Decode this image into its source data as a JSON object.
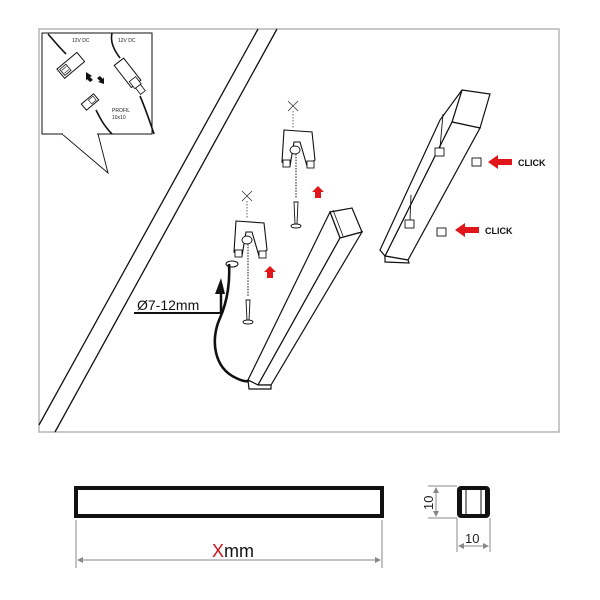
{
  "colors": {
    "accent_red": "#e0161b",
    "line": "#111111",
    "frame": "#b5b5b5",
    "dim_line": "#888888"
  },
  "inset": {
    "labels": [
      "12V DC",
      "12V DC"
    ],
    "profile_label": "PROFIL",
    "profile_size": "10x10"
  },
  "installation": {
    "cable_diameter_label": "Ø7-12mm",
    "click_labels": [
      "CLICK",
      "CLICK"
    ]
  },
  "dimensions": {
    "length_prefix": "X",
    "length_unit": "mm",
    "height_label": "10",
    "width_label": "10"
  }
}
